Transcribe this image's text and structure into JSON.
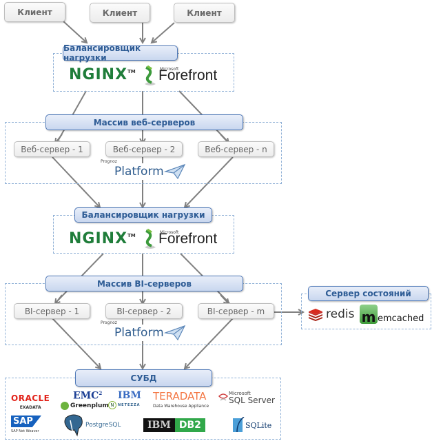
{
  "clients": [
    "Клиент",
    "Клиент",
    "Клиент"
  ],
  "load_balancer_top": {
    "title": "Балансировщик нагрузки",
    "logos": [
      {
        "name": "NGINX",
        "tm": "TM"
      },
      {
        "name": "Forefront",
        "vendor": "Microsoft"
      }
    ]
  },
  "web_servers": {
    "title": "Массив веб-серверов",
    "servers": [
      "Веб-сервер - 1",
      "Веб-сервер - 2",
      "Веб-сервер - n"
    ],
    "platform": {
      "vendor": "Prognoz",
      "name": "Platform"
    }
  },
  "load_balancer_mid": {
    "title": "Балансировщик нагрузки",
    "logos": [
      {
        "name": "NGINX",
        "tm": "TM"
      },
      {
        "name": "Forefront",
        "vendor": "Microsoft"
      }
    ]
  },
  "bi_servers": {
    "title": "Массив BI-серверов",
    "servers": [
      "BI-сервер - 1",
      "BI-сервер - 2",
      "BI-сервер - m"
    ],
    "platform": {
      "vendor": "Prognoz",
      "name": "Platform"
    }
  },
  "state_server": {
    "title": "Сервер состояний",
    "logos": [
      "redis",
      "emcached"
    ]
  },
  "dbms": {
    "title": "СУБД",
    "logos": {
      "oracle": {
        "name": "ORACLE",
        "sub": "EXADATA"
      },
      "emc": {
        "name": "EMC",
        "sup": "2",
        "sub": "Greenplum"
      },
      "ibm_netezza": {
        "name": "IBM",
        "sub": "NETEZZA"
      },
      "teradata": {
        "name": "TERADATA",
        "sub": "Data Warehouse Appliance"
      },
      "mssql": {
        "vendor": "Microsoft",
        "name": "SQL Server"
      },
      "sap": {
        "name": "SAP",
        "sub": "SAP Net Weaver"
      },
      "postgres": {
        "name": "PostgreSQL"
      },
      "ibm_db2": {
        "left": "IBM",
        "right": "DB2"
      },
      "sqlite": {
        "name": "SQLite"
      }
    }
  },
  "colors": {
    "header_text": "#2e5c95",
    "header_border": "#4f79b8",
    "group_border": "#8fb0d6",
    "arrow": "#808080",
    "nginx": "#1f7d3a"
  }
}
